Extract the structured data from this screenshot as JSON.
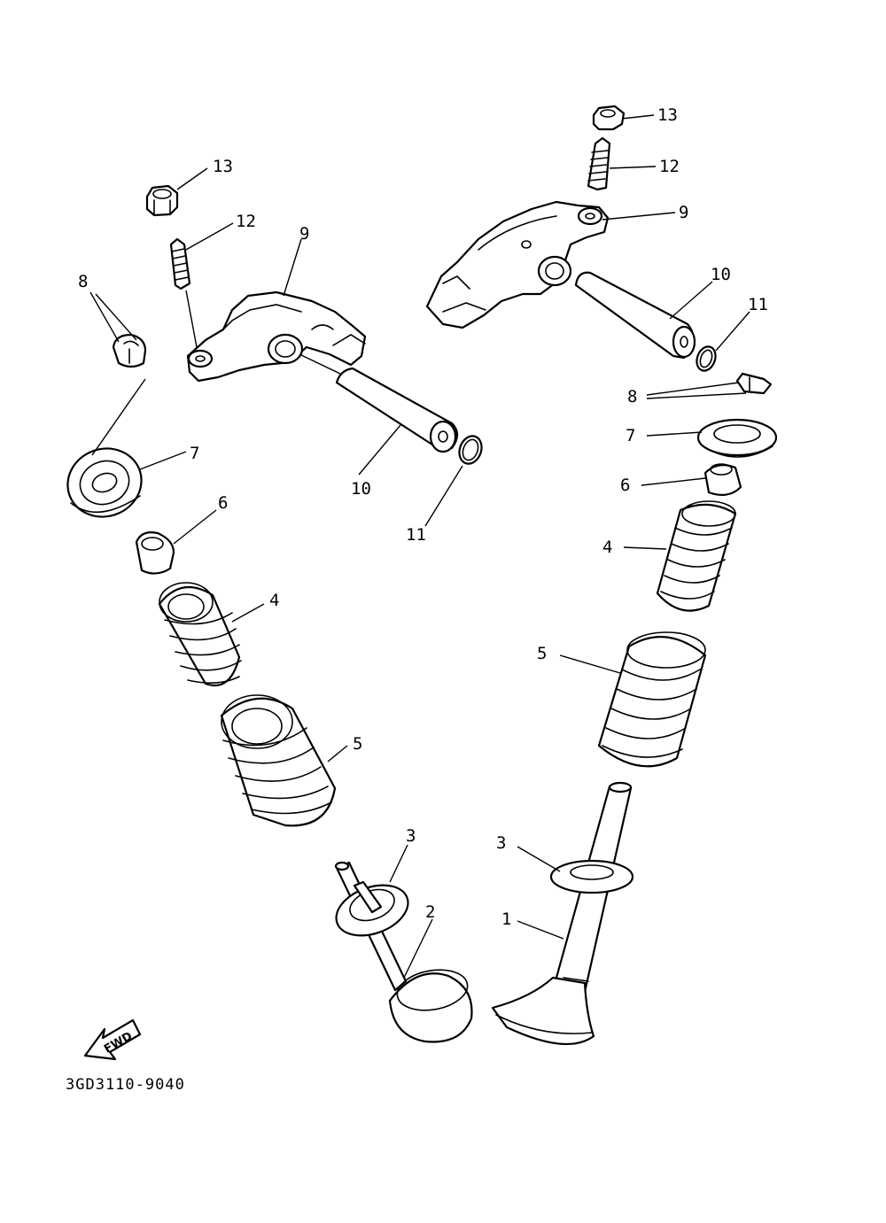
{
  "diagram": {
    "catalog_code": "3GD3110-9040",
    "direction_marker": "FWD",
    "callouts": [
      {
        "id": "13-left",
        "text": "13"
      },
      {
        "id": "12-left",
        "text": "12"
      },
      {
        "id": "9-left",
        "text": "9"
      },
      {
        "id": "8-left",
        "text": "8"
      },
      {
        "id": "7-left",
        "text": "7"
      },
      {
        "id": "10-left",
        "text": "10"
      },
      {
        "id": "11-left",
        "text": "11"
      },
      {
        "id": "6-left",
        "text": "6"
      },
      {
        "id": "4-left",
        "text": "4"
      },
      {
        "id": "5-left",
        "text": "5"
      },
      {
        "id": "3-left",
        "text": "3"
      },
      {
        "id": "2",
        "text": "2"
      },
      {
        "id": "13-right",
        "text": "13"
      },
      {
        "id": "12-right",
        "text": "12"
      },
      {
        "id": "9-right",
        "text": "9"
      },
      {
        "id": "10-right",
        "text": "10"
      },
      {
        "id": "11-right",
        "text": "11"
      },
      {
        "id": "8-right",
        "text": "8"
      },
      {
        "id": "7-right",
        "text": "7"
      },
      {
        "id": "6-right",
        "text": "6"
      },
      {
        "id": "4-right",
        "text": "4"
      },
      {
        "id": "5-right",
        "text": "5"
      },
      {
        "id": "3-right",
        "text": "3"
      },
      {
        "id": "1",
        "text": "1"
      }
    ]
  }
}
